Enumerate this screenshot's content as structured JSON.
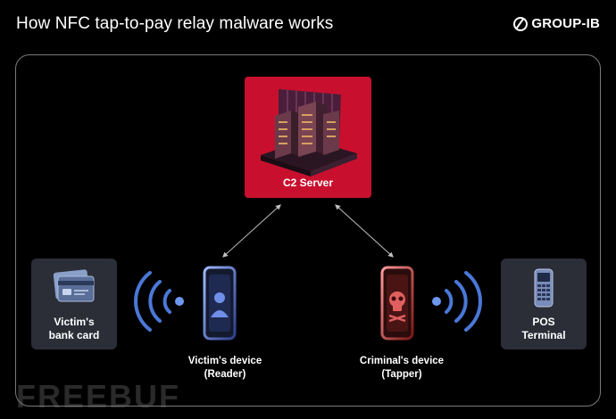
{
  "header": {
    "title": "How NFC tap-to-pay relay malware works",
    "logo_text": "GROUP-IB"
  },
  "nodes": {
    "c2_label": "C2 Server",
    "card_label_line1": "Victim's",
    "card_label_line2": "bank card",
    "pos_label_line1": "POS",
    "pos_label_line2": "Terminal",
    "victim_device_line1": "Victim's device",
    "victim_device_line2": "(Reader)",
    "criminal_device_line1": "Criminal's device",
    "criminal_device_line2": "(Tapper)"
  },
  "watermark": "FREEBUF",
  "colors": {
    "background": "#000000",
    "c2_red": "#c8102e",
    "box_gray": "#2b2e37",
    "nfc_blue": "#4a78d8",
    "criminal_red": "#d23c3c"
  },
  "icons": {
    "c2": "server-building-icon",
    "card": "bank-card-icon",
    "pos": "pos-terminal-icon",
    "victim_phone": "person-phone-icon",
    "criminal_phone": "skull-phone-icon",
    "nfc": "nfc-waves-icon"
  }
}
